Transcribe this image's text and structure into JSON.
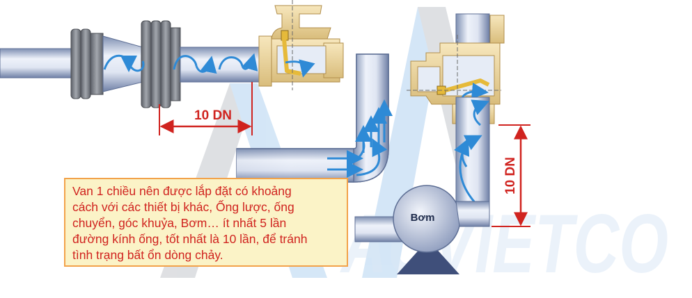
{
  "dimension_left": "10 DN",
  "dimension_right": "10 DN",
  "pump_label": "Bơm",
  "watermark": "AUVIETCO",
  "note_lines": [
    "Van 1 chiều nên được lắp đặt có khoảng",
    "cách với các thiết bị khác, Ống lược, ống",
    "chuyển, góc khuỷa, Bơm… ít nhất 5 lần",
    "đường kính ống, tốt nhất là 10 lần, để tránh",
    "tình trạng bất ổn dòng chảy."
  ],
  "colors": {
    "pipe_light": "#eef2fa",
    "pipe_dark": "#7e8fb2",
    "flange": "#7b7f86",
    "valve_body": "#efd9a4",
    "valve_edge": "#b08d4a",
    "flow_arrow": "#2e8ad6",
    "dimension_red": "#d0231f",
    "note_fill": "#fbf3c7",
    "note_border": "#f2a24a",
    "pump_fill": "#c9d3e8",
    "watermark_blue": "#b9d7f2",
    "watermark_gray": "#c9ccd1"
  }
}
